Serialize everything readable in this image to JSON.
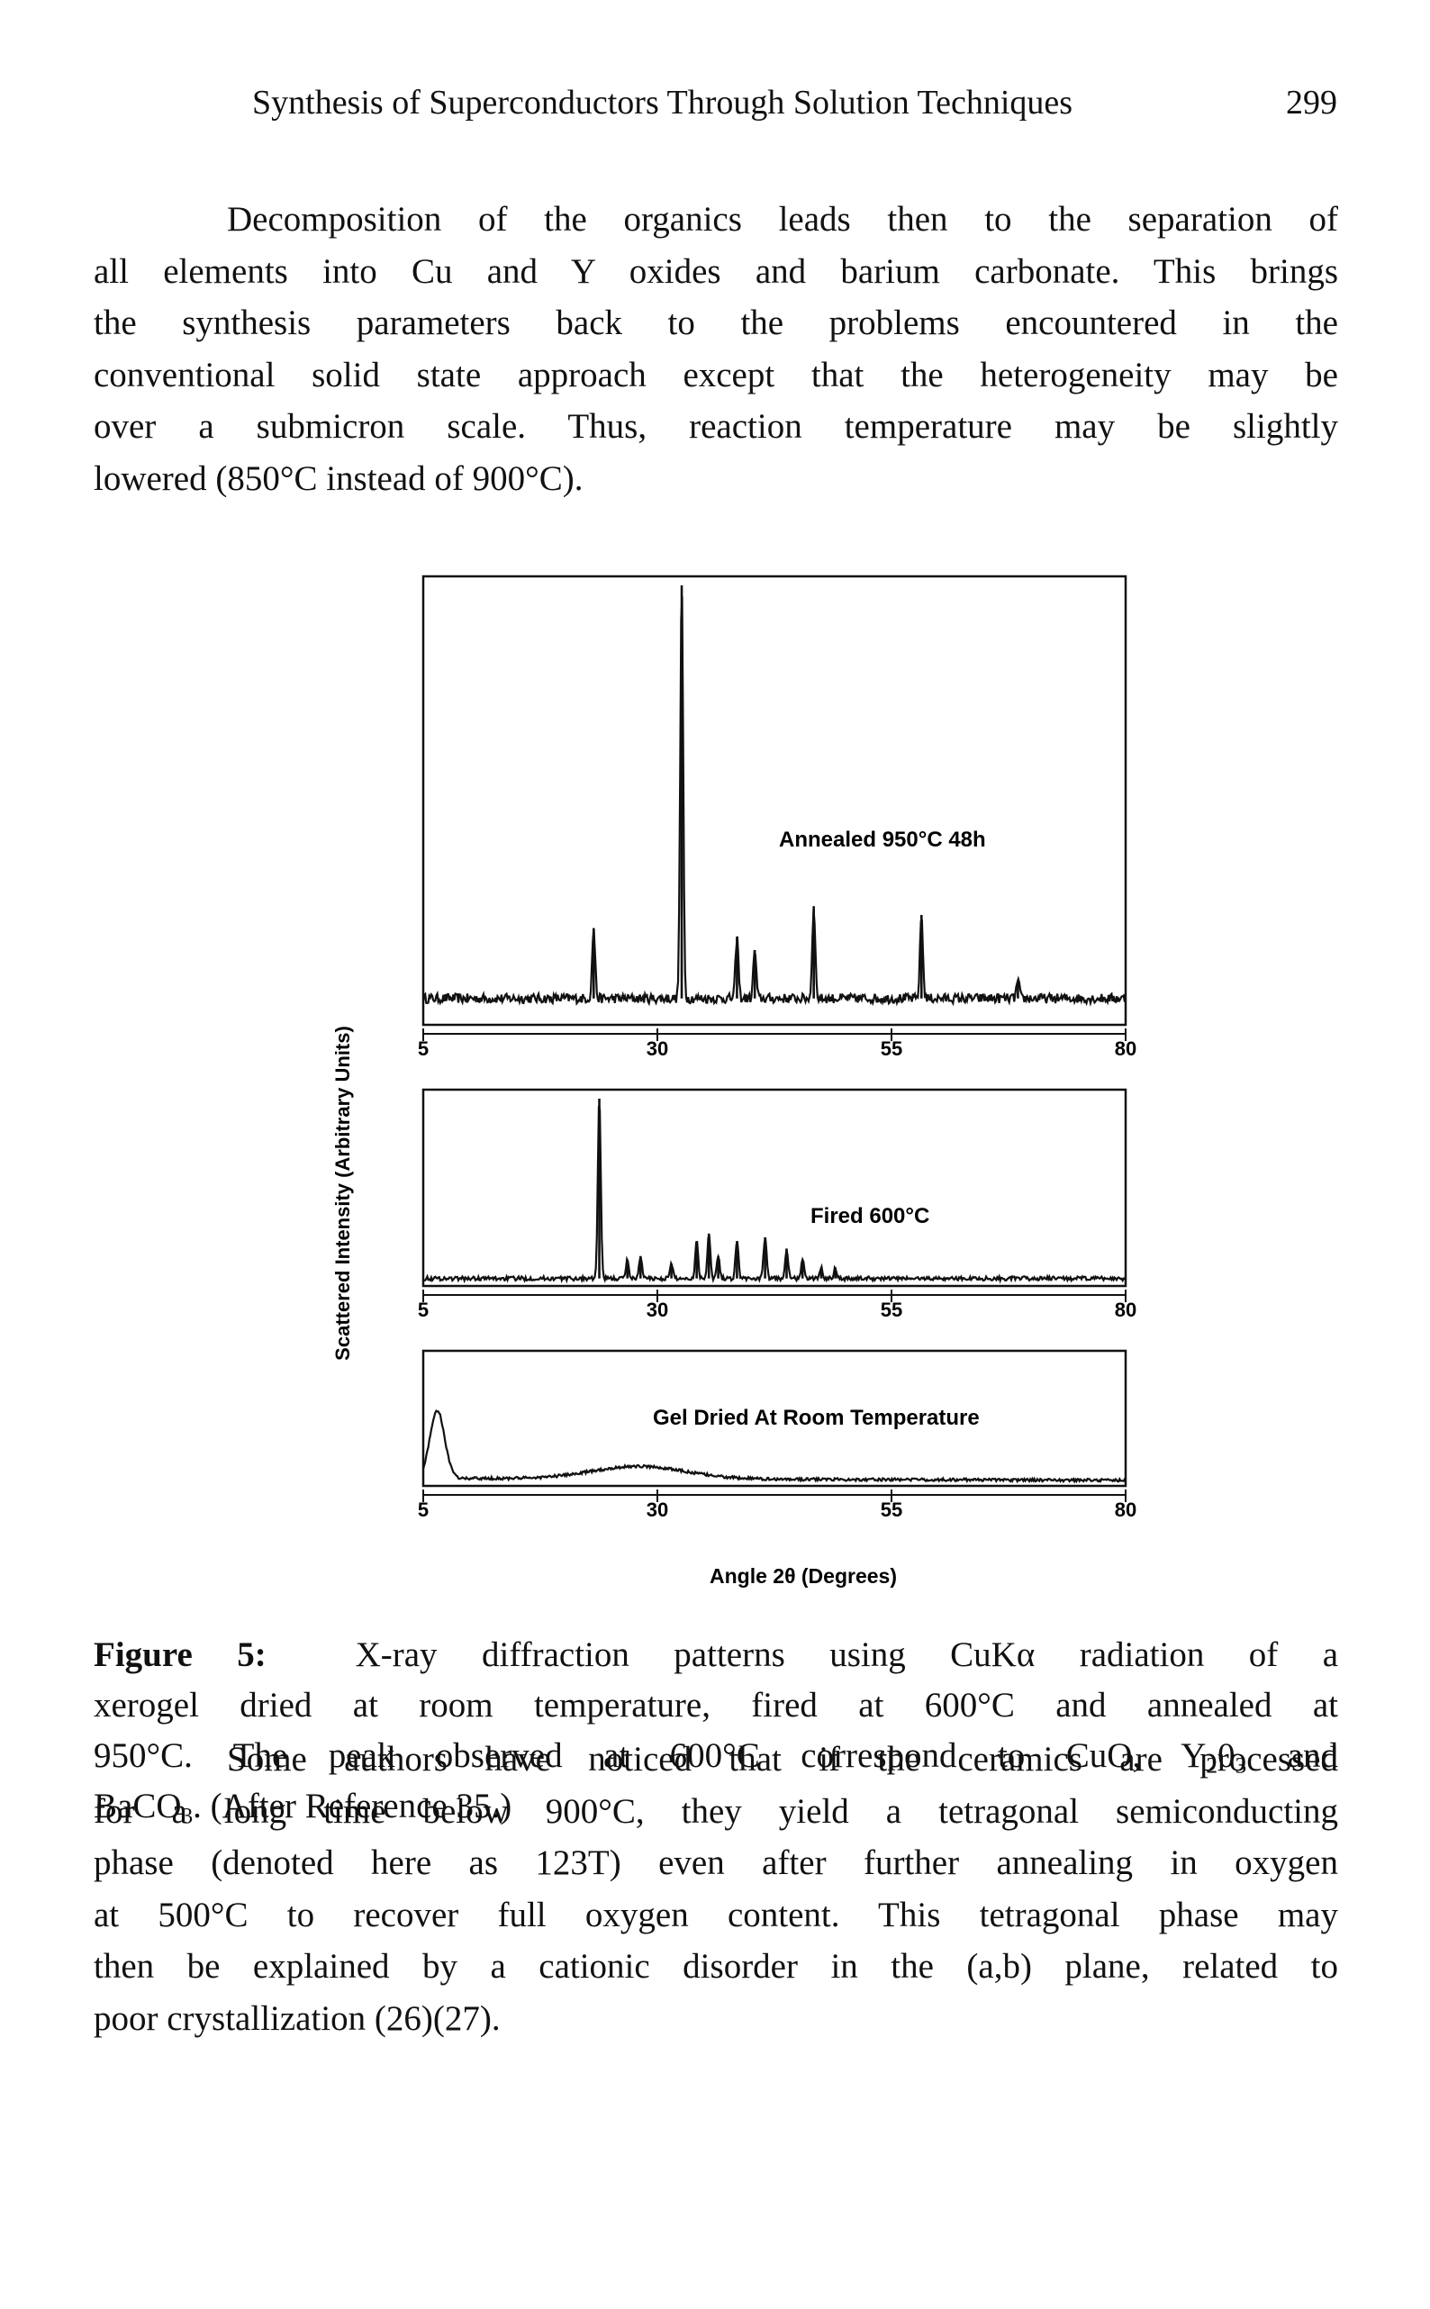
{
  "header": {
    "running_title": "Synthesis of Superconductors Through Solution Techniques",
    "page_number": "299"
  },
  "paragraph_1": {
    "lines": [
      "Decomposition of the organics leads then to the separation of",
      "all elements into Cu and Y oxides and barium carbonate. This brings",
      "the synthesis parameters back to the problems encountered in the",
      "conventional solid state approach except that the heterogeneity may be",
      "over a submicron scale. Thus, reaction temperature may be slightly",
      "lowered (850°C instead of 900°C)."
    ]
  },
  "figure": {
    "y_axis_label": "Scattered Intensity (Arbitrary Units)",
    "x_axis_label": "Angle 2θ (Degrees)",
    "panels": [
      {
        "label": "Annealed 950°C 48h",
        "ticks": [
          "5",
          "30",
          "55",
          "80"
        ]
      },
      {
        "label": "Fired 600°C",
        "ticks": [
          "5",
          "30",
          "55",
          "80"
        ]
      },
      {
        "label": "Gel Dried At Room Temperature",
        "ticks": [
          "5",
          "30",
          "55",
          "80"
        ]
      }
    ]
  },
  "chart_data": [
    {
      "type": "line",
      "title": "Annealed 950°C 48h",
      "xlabel": "Angle 2θ (Degrees)",
      "ylabel": "Scattered Intensity (Arbitrary Units)",
      "xlim": [
        5,
        80
      ],
      "ylim": [
        0,
        100
      ],
      "grid": false,
      "baseline": 6,
      "peaks": [
        {
          "x": 23.2,
          "y": 22
        },
        {
          "x": 27.5,
          "y": 6
        },
        {
          "x": 32.6,
          "y": 100
        },
        {
          "x": 38.5,
          "y": 20
        },
        {
          "x": 40.4,
          "y": 17
        },
        {
          "x": 46.7,
          "y": 27
        },
        {
          "x": 52.5,
          "y": 6
        },
        {
          "x": 58.2,
          "y": 25
        },
        {
          "x": 68.5,
          "y": 10
        },
        {
          "x": 73.2,
          "y": 6
        },
        {
          "x": 78.5,
          "y": 6
        }
      ]
    },
    {
      "type": "line",
      "title": "Fired 600°C",
      "xlabel": "Angle 2θ (Degrees)",
      "ylabel": "Scattered Intensity (Arbitrary Units)",
      "xlim": [
        5,
        80
      ],
      "ylim": [
        0,
        100
      ],
      "grid": false,
      "baseline": 4,
      "peaks": [
        {
          "x": 23.8,
          "y": 100
        },
        {
          "x": 26.8,
          "y": 14
        },
        {
          "x": 28.2,
          "y": 16
        },
        {
          "x": 31.5,
          "y": 12
        },
        {
          "x": 34.2,
          "y": 24
        },
        {
          "x": 35.5,
          "y": 28
        },
        {
          "x": 36.5,
          "y": 16
        },
        {
          "x": 38.5,
          "y": 24
        },
        {
          "x": 41.5,
          "y": 26
        },
        {
          "x": 43.8,
          "y": 20
        },
        {
          "x": 45.5,
          "y": 14
        },
        {
          "x": 47.5,
          "y": 10
        },
        {
          "x": 49.0,
          "y": 10
        }
      ]
    },
    {
      "type": "line",
      "title": "Gel Dried At Room Temperature",
      "xlabel": "Angle 2θ (Degrees)",
      "ylabel": "Scattered Intensity (Arbitrary Units)",
      "xlim": [
        5,
        80
      ],
      "ylim": [
        0,
        100
      ],
      "grid": false,
      "baseline": 6,
      "peaks": [
        {
          "x": 6.5,
          "y": 60
        },
        {
          "x": 28.0,
          "y": 14
        }
      ]
    }
  ],
  "caption": {
    "label": "Figure 5:",
    "line_1": "X-ray diffraction patterns using CuKα radiation of a",
    "line_2": "xerogel dried at room temperature, fired at 600°C and annealed at",
    "line_3_a": "950°C. The peak observed at 600°C correspond to CuO, Y",
    "line_3_sub1": "2",
    "line_3_b": "0",
    "line_3_sub2": "3",
    "line_3_c": " and",
    "line_4_a": "BaCO",
    "line_4_sub": "3",
    "line_4_b": ". (After Reference 35.)"
  },
  "paragraph_2": {
    "lines": [
      "Some authors have noticed that if the ceramics are processed",
      "for a long time below 900°C, they yield a tetragonal semiconducting",
      "phase (denoted here as 123T) even after further annealing in oxygen",
      "at 500°C to recover full oxygen content. This tetragonal phase may",
      "then be explained by a cationic disorder in the (a,b) plane, related to",
      "poor crystallization (26)(27)."
    ]
  }
}
